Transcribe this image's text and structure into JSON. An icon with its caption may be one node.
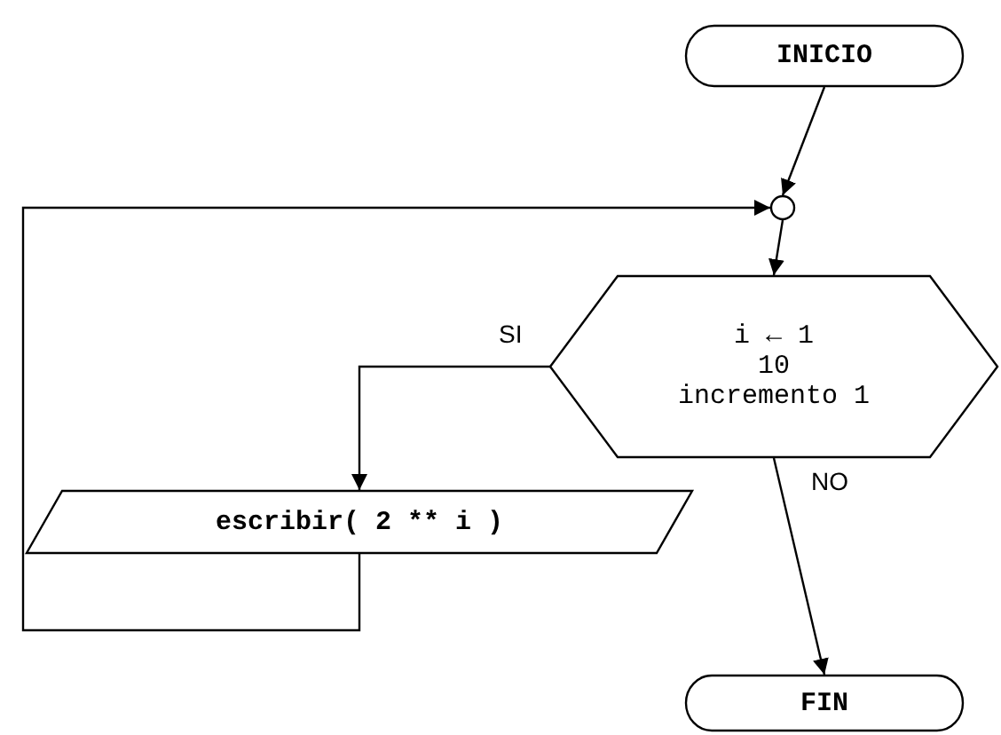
{
  "diagram": {
    "nodes": [
      {
        "text": [
          "INICIO"
        ]
      },
      {
        "text": [],
        "shape": "circle"
      },
      {
        "text": [
          "i ← 1",
          "10",
          "incremento 1"
        ]
      },
      {
        "text": [
          "escribir( 2 ** i )"
        ]
      },
      {
        "text": [
          "FIN"
        ]
      }
    ],
    "edges": [
      {
        "from": 0,
        "to": 1,
        "arrow": "to"
      },
      {
        "from": 1,
        "to": 2,
        "arrow": "to"
      },
      {
        "from": 2,
        "to": 3,
        "arrow": "to",
        "label": "SI"
      },
      {
        "from": 3,
        "to": 1,
        "arrow": "to"
      },
      {
        "from": 2,
        "to": 4,
        "arrow": "to",
        "label": "NO"
      }
    ]
  }
}
